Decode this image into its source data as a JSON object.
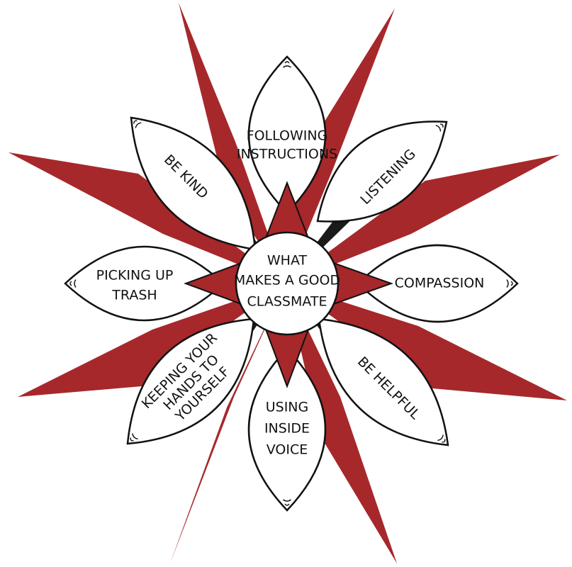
{
  "colors": {
    "red": "#a6282b",
    "black": "#1a1a1a",
    "white": "#ffffff",
    "outline": "#111111"
  },
  "center": {
    "lines": [
      "WHAT",
      "MAKES A GOOD",
      "CLASSMATE"
    ]
  },
  "petals": [
    {
      "id": "following-instructions",
      "lines": [
        "FOLLOWING",
        "INSTRUCTIONS"
      ]
    },
    {
      "id": "listening",
      "lines": [
        "LISTENING"
      ]
    },
    {
      "id": "compassion",
      "lines": [
        "COMPASSION"
      ]
    },
    {
      "id": "be-helpful",
      "lines": [
        "BE HELPFUL"
      ]
    },
    {
      "id": "using-inside-voice",
      "lines": [
        "USING",
        "INSIDE",
        "VOICE"
      ]
    },
    {
      "id": "keeping-your-hands-to-yourself",
      "lines": [
        "KEEPING YOUR",
        "HANDS TO",
        "YOURSELF"
      ]
    },
    {
      "id": "picking-up-trash",
      "lines": [
        "PICKING UP",
        "TRASH"
      ]
    },
    {
      "id": "be-kind",
      "lines": [
        "BE KIND"
      ]
    }
  ]
}
